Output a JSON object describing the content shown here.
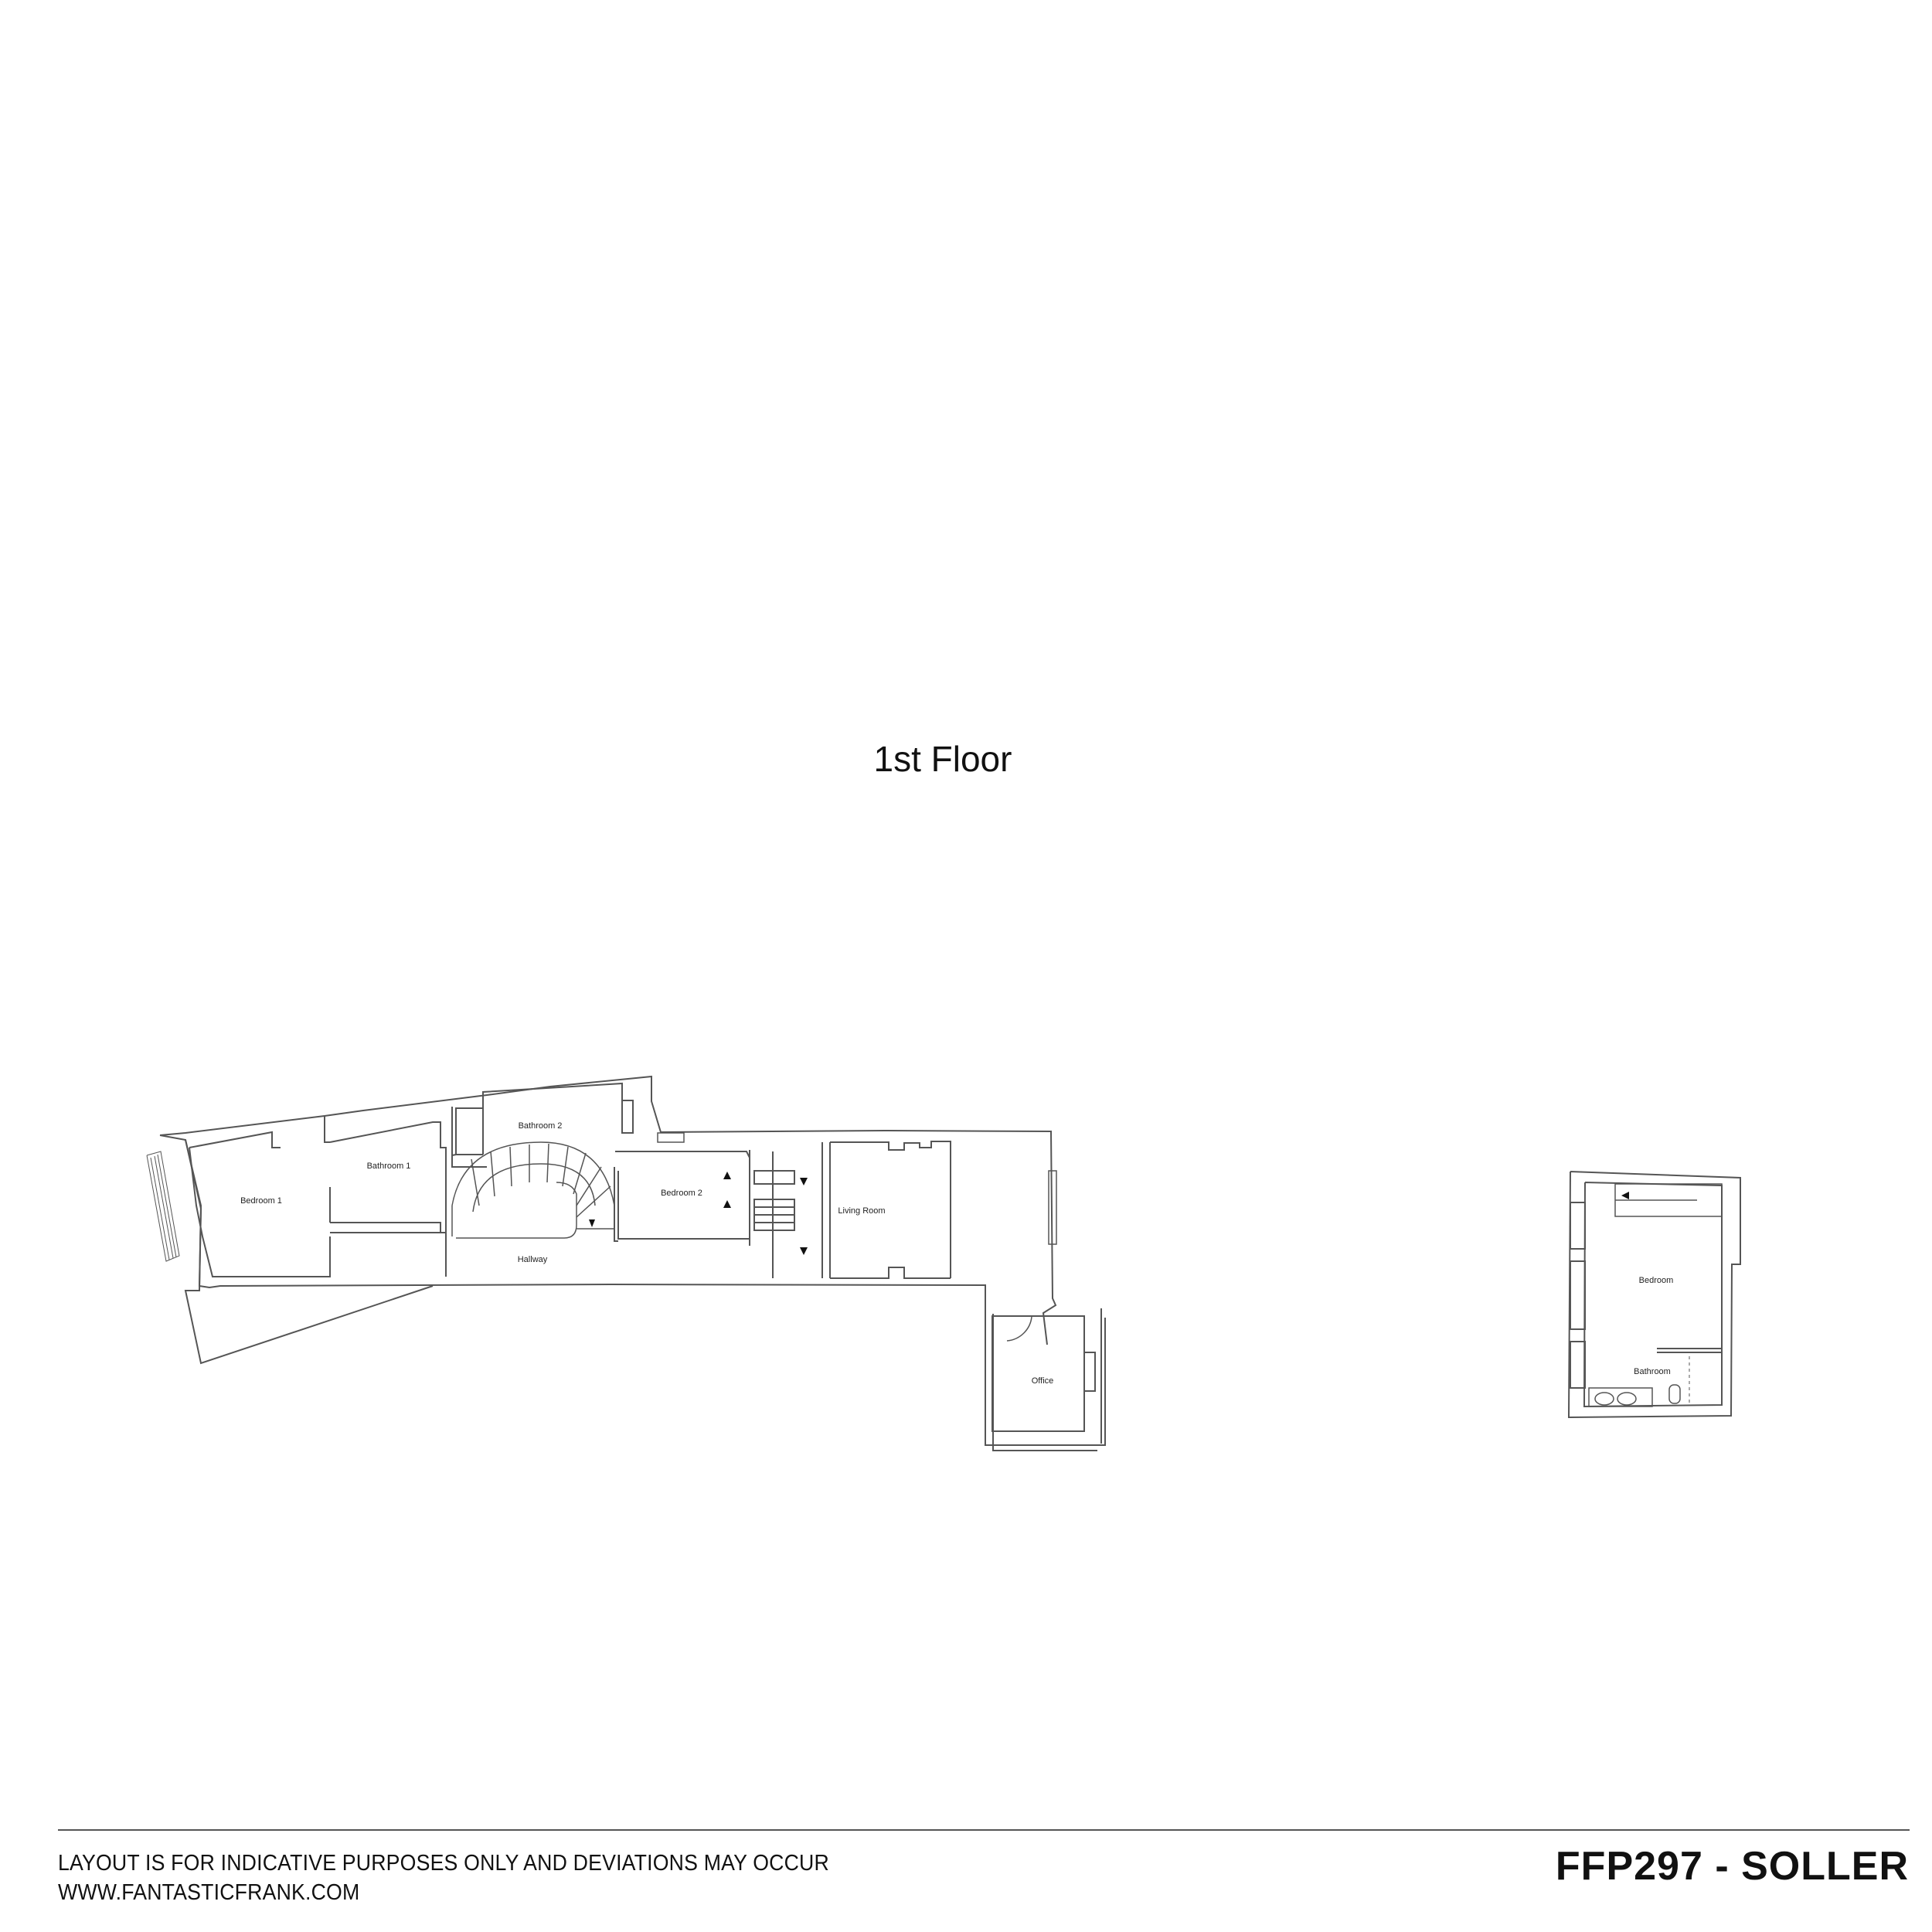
{
  "title": "1st Floor",
  "rooms": {
    "bedroom1": "Bedroom 1",
    "bathroom1": "Bathroom 1",
    "bathroom2": "Bathroom 2",
    "hallway": "Hallway",
    "bedroom2": "Bedroom 2",
    "living_room": "Living Room",
    "office": "Office",
    "annex_bedroom": "Bedroom",
    "annex_bathroom": "Bathroom"
  },
  "footer": {
    "disclaimer": "LAYOUT IS FOR INDICATIVE PURPOSES ONLY AND DEVIATIONS MAY OCCUR",
    "website": "WWW.FANTASTICFRANK.COM",
    "reference": "FFP297 - SOLLER"
  },
  "colors": {
    "wall": "#555555",
    "text": "#111111",
    "background": "#ffffff"
  }
}
